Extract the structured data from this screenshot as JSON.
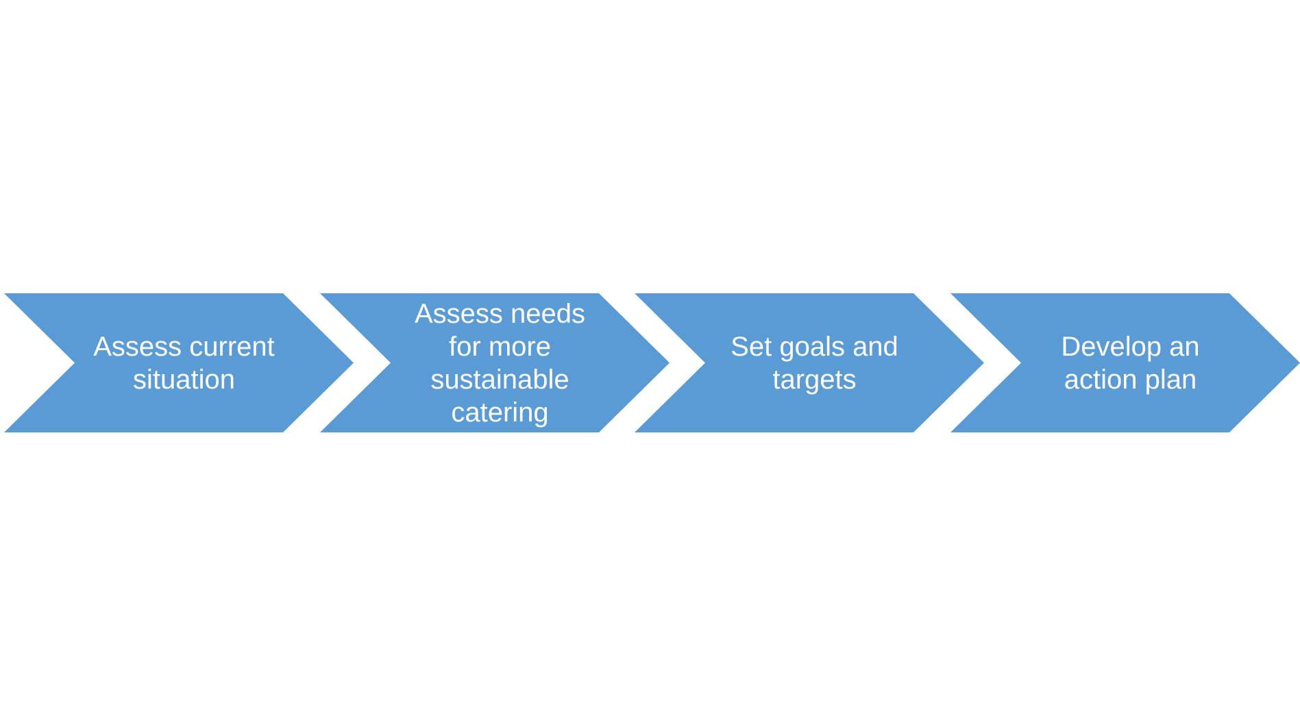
{
  "colors": {
    "chevron_fill": "#5b9bd5",
    "label_text": "#ffffff",
    "background": "#ffffff"
  },
  "steps": [
    {
      "label": "Assess current\nsituation"
    },
    {
      "label": "Assess needs\nfor more\nsustainable\ncatering"
    },
    {
      "label": "Set goals and\ntargets"
    },
    {
      "label": "Develop an\naction plan"
    }
  ]
}
